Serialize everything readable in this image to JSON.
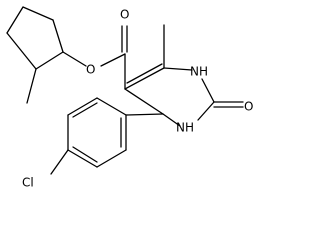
{
  "atom_labels": {
    "ester_oxygen": "O",
    "carbonyl_oxygen": "O",
    "ring_nh_upper": "NH",
    "ring_nh_lower": "NH",
    "urea_oxygen": "O",
    "chlorine": "Cl"
  },
  "colors": {
    "bond": "#000000",
    "text": "#000000",
    "background": "#ffffff"
  }
}
